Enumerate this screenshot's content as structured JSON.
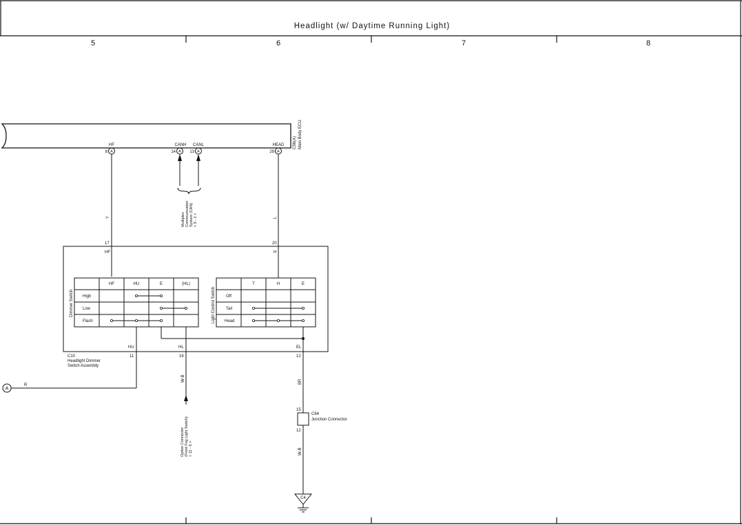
{
  "title": "Headlight (w/ Daytime Running Light)",
  "columns": [
    "5",
    "6",
    "7",
    "8"
  ],
  "ecu": {
    "code": "C56(A)",
    "name": "Main Body ECU",
    "pins": [
      {
        "num": "8",
        "name": "HF",
        "conn": "A"
      },
      {
        "num": "14",
        "name": "CANH",
        "conn": "A"
      },
      {
        "num": "13",
        "name": "CANL",
        "conn": "A"
      },
      {
        "num": "29",
        "name": "HEAD",
        "conn": "A"
      }
    ]
  },
  "can_ref": [
    "Multiplex",
    "Communication",
    "System (CAN)",
    "< 9 - 2 >"
  ],
  "wires": {
    "y": "Y",
    "l": "L",
    "r": "R",
    "wb1": "W-B",
    "br": "BR",
    "wb2": "W-B"
  },
  "switch_assembly": {
    "code": "C10",
    "name_line1": "Headlight Dimmer",
    "name_line2": "Switch Assembly",
    "top_pins": [
      {
        "num": "17",
        "name": "HF"
      },
      {
        "num": "20",
        "name": "H"
      }
    ],
    "bottom_pins": [
      {
        "num": "11",
        "name": "HU"
      },
      {
        "num": "16",
        "name": "HL"
      },
      {
        "num": "12",
        "name": "EL"
      }
    ]
  },
  "dimmer_switch": {
    "label": "Dimmer Switch",
    "headers": [
      "HF",
      "HU",
      "E",
      "(HL)"
    ],
    "rows": [
      "High",
      "Low",
      "Flash"
    ]
  },
  "light_control_switch": {
    "label": "Light Control Switch",
    "headers": [
      "T",
      "H",
      "E"
    ],
    "rows": [
      "Off",
      "Tail",
      "Head"
    ]
  },
  "option_connector": [
    "Option Connector",
    "(Front Fog Light Switch)",
    "< 11 - 6 >"
  ],
  "junction": {
    "code": "C64",
    "name": "Junction Connector",
    "pin_in": "15",
    "pin_out": "12"
  },
  "ground": "C4",
  "offpage": "A"
}
